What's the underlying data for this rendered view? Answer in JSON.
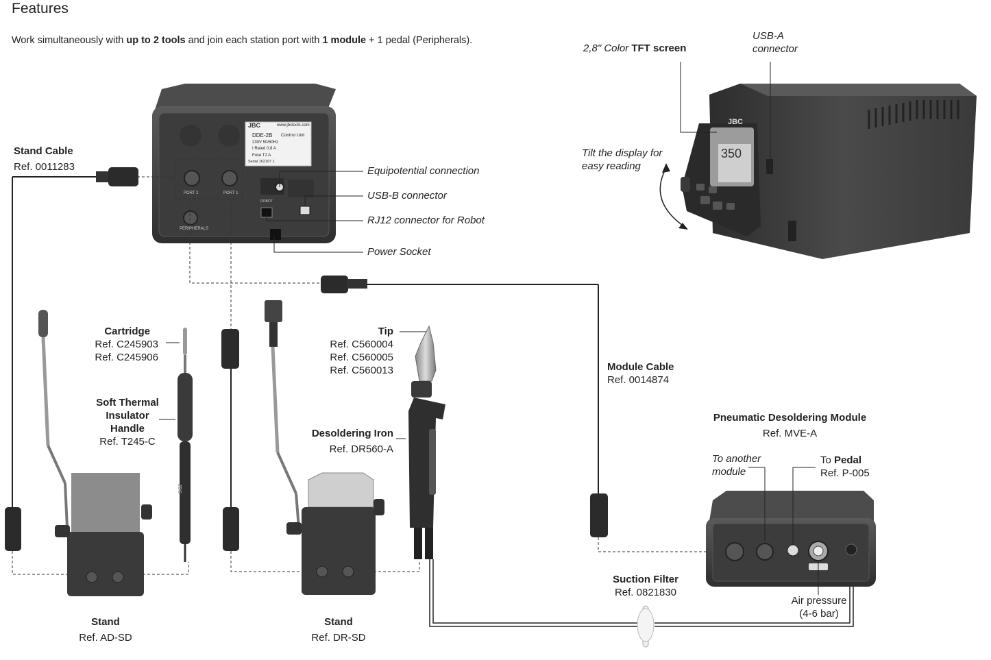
{
  "page": {
    "title": "Features",
    "intro": {
      "p1": "Work simultaneously with ",
      "b1": "up to 2 tools",
      "p2": " and join each station port with ",
      "b2": "1 module",
      "p3": " + 1 pedal (Peripherals)."
    }
  },
  "control_unit": {
    "panel": {
      "brand": "JBC",
      "website": "www.jbctools.com",
      "model": "DDE-2B",
      "kind": "Control Unit",
      "voltage": "230V 50/60Hz",
      "rated": "I Rated 0,8 A",
      "fuse": "Fuse   T2 A",
      "serial": "Serial 162107    1"
    },
    "port2": "PORT 2",
    "port1": "PORT 1",
    "peripherals": "PERIPHERALS",
    "robot": "ROBOT",
    "callouts": [
      "Equipotential connection",
      "USB-B connector",
      "RJ12 connector for Robot",
      "Power Socket"
    ]
  },
  "station_photo": {
    "screen_label_italic": "2,8\" Color ",
    "screen_label_bold": "TFT screen",
    "usb_a_line1": "USB-A",
    "usb_a_line2": "connector",
    "tilt_line1": "Tilt the display for",
    "tilt_line2": "easy reading",
    "screen_brand": "JBC",
    "screen_temp": "350"
  },
  "stand_cable": {
    "name": "Stand Cable",
    "ref": "Ref. 0011283"
  },
  "cartridge": {
    "name": "Cartridge",
    "ref1": "Ref. C245903",
    "ref2": "Ref. C245906"
  },
  "handle": {
    "line1": "Soft Thermal",
    "line2": "Insulator",
    "line3": "Handle",
    "ref": "Ref. T245-C",
    "print": "JBC"
  },
  "tip": {
    "name": "Tip",
    "ref1": "Ref. C560004",
    "ref2": "Ref. C560005",
    "ref3": "Ref. C560013"
  },
  "desoldering_iron": {
    "name": "Desoldering Iron",
    "ref": "Ref. DR560-A"
  },
  "module_cable": {
    "name": "Module Cable",
    "ref": "Ref. 0014874"
  },
  "module": {
    "name": "Pneumatic Desoldering Module",
    "ref": "Ref. MVE-A",
    "another_line1": "To another",
    "another_line2": "module",
    "pedal_to": "To ",
    "pedal_bold": "Pedal",
    "pedal_ref": "Ref. P-005",
    "air_line1": "Air pressure",
    "air_line2": "(4-6 bar)"
  },
  "suction_filter": {
    "name": "Suction Filter",
    "ref": "Ref. 0821830"
  },
  "stand_ad": {
    "name": "Stand",
    "ref": "Ref. AD-SD"
  },
  "stand_dr": {
    "name": "Stand",
    "ref": "Ref. DR-SD"
  }
}
